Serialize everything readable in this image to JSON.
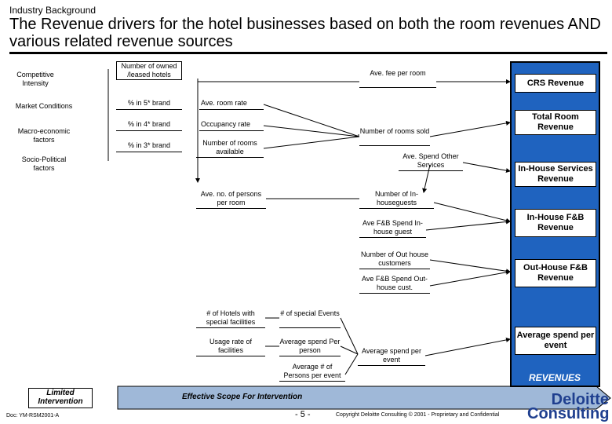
{
  "header": {
    "section": "Industry Background",
    "title": "The Revenue drivers for the hotel businesses based on both the room revenues AND various related revenue sources"
  },
  "factors": [
    "Competitive Intensity",
    "Market Conditions",
    "Macro-economic factors",
    "Socio-Political factors"
  ],
  "brand": {
    "owned": "Number of owned /leased hotels",
    "five": "% in 5* brand",
    "four": "% in 4* brand",
    "three": "% in 3* brand"
  },
  "room": {
    "rate": "Ave. room rate",
    "occupancy": "Occupancy rate",
    "available": "Number of rooms available",
    "fee": "Ave. fee per room",
    "sold": "Number of rooms sold",
    "spend_other": "Ave. Spend Other Services",
    "persons": "Ave. no. of persons per room",
    "inhouse_guests": "Number of In-houseguests",
    "fb_inhouse": "Ave F&B Spend In-house guest",
    "outhouse_customers": "Number of Out house customers",
    "fb_outhouse": "Ave F&B Spend Out-house cust."
  },
  "events": {
    "hotels_special": "# of Hotels with special facilities",
    "special_events": "# of special Events",
    "usage": "Usage rate of facilities",
    "avg_spend_person": "Average spend Per person",
    "avg_persons_event": "Average # of Persons per event",
    "avg_spend_event": "Average spend per event"
  },
  "revenues": {
    "crs": "CRS Revenue",
    "total_room": "Total Room Revenue",
    "inhouse_services": "In-House Services Revenue",
    "inhouse_fb": "In-House F&B Revenue",
    "outhouse_fb": "Out-House F&B Revenue",
    "avg_spend_event": "Average spend per event",
    "label": "REVENUES"
  },
  "scope": {
    "limited": "Limited Intervention",
    "effective": "Effective Scope For Intervention"
  },
  "footer": {
    "doc": "Doc: YM-RSM2001-A",
    "page": "- 5 -",
    "copyright": "Copyright Deloitte Consulting © 2001 - Proprietary and Confidential",
    "logo_line1": "Deloitte",
    "logo_line2": "Consulting"
  },
  "colors": {
    "revenue_panel": "#1f63bf",
    "scope_arrow": "#9fb8d8"
  }
}
